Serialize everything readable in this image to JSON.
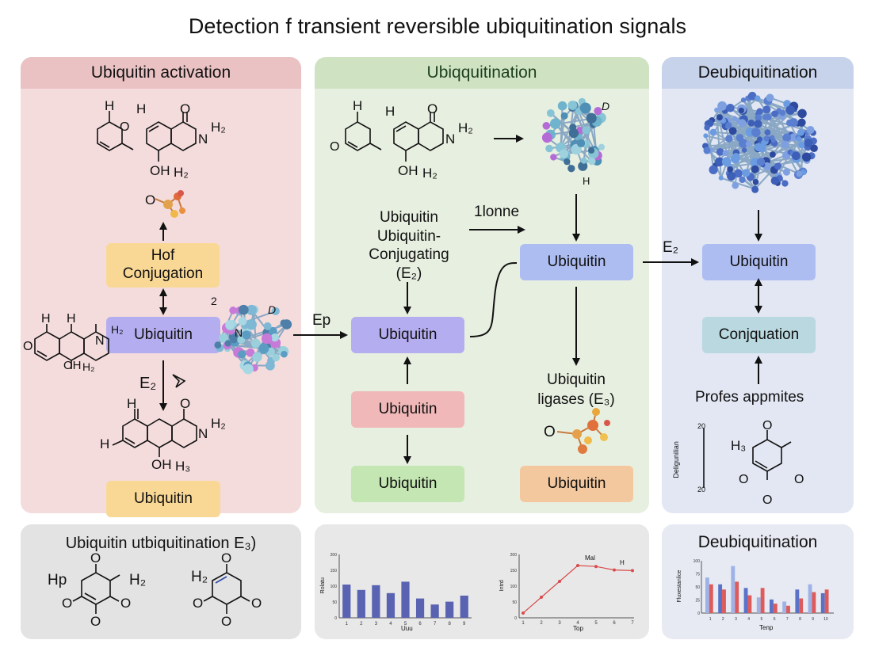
{
  "title": "Detection f transient reversible ubiquitination signals",
  "panels": {
    "activation": {
      "header": "Ubiquitin activation",
      "hof_box": "Hof\nConjugation",
      "ubiquitin_center": "Ubiquitin",
      "ubiquitin_bottom": "Ubiquitin",
      "e2_label": "E₂",
      "struct_top": {
        "h_a": "H",
        "h_b": "H",
        "o_a": "O",
        "o_b": "O",
        "n": "N",
        "h2": "H₂",
        "oh": "OH",
        "h2b": "H₂"
      },
      "struct_left": {
        "h_a": "H",
        "h_b": "H",
        "n": "N",
        "h2": "H₂",
        "oh": "OH",
        "h2b": "H₂",
        "o": "O"
      },
      "struct_bottom": {
        "h_a": "H",
        "h_b": "H",
        "n": "N",
        "h2": "H₂",
        "oh": "OH",
        "h3": "H₃",
        "o": "O"
      },
      "mol_labels": {
        "o": "O",
        "two": "2",
        "d": "D",
        "n": "N"
      }
    },
    "ubiquitination": {
      "header": "Ubiqquitination",
      "conj_label": "Ubiquitin\nUbiquitin-\nConjugating\n(E₂)",
      "ionne_label": "1lonne",
      "ep_label": "Ep",
      "ubiquitin_center": "Ubiquitin",
      "ubiquitin_pink": "Ubiquitin",
      "ubiquitin_green": "Ubiquitin",
      "ubiquitin_blue": "Ubiquitin",
      "ubiquitin_peach": "Ubiquitin",
      "ligase_label": "Ubiquitin\nligases (E₃)",
      "struct": {
        "h_a": "H",
        "h_b": "H",
        "o_a": "O",
        "o_b": "O",
        "n": "N",
        "h2": "H₂",
        "oh": "OH",
        "h2b": "H₂"
      },
      "mol_labels": {
        "d": "D",
        "h": "H",
        "o": "O"
      }
    },
    "deubiquitination": {
      "header": "Deubiquitination",
      "e2_label": "E₂",
      "ubiquitin": "Ubiquitin",
      "conjugation": "Conjquation",
      "profes": "Profes appmites",
      "struct": {
        "h3": "H₃",
        "y_top": "20",
        "y_bot": "20",
        "ylabel": "Deligunilian"
      }
    }
  },
  "bottom": {
    "left": {
      "header": "Ubiquitin utbiquitination E₃)",
      "hp": "Hp",
      "h2a": "H₂",
      "h2b": "H₂"
    },
    "middle": {
      "bar_ylabel": "Rolatu",
      "bar_xlabel": "Uuu",
      "line_ylabel": "Intrd",
      "line_xlabel": "Top",
      "line_ann_a": "Mal",
      "line_ann_b": "H"
    },
    "right": {
      "header": "Deubiquitination",
      "ylabel": "Fluxestanlice",
      "xlabel": "Tenp"
    }
  },
  "colors": {
    "arrow": "#111111",
    "bar_blue": "#5a63b2",
    "line_red": "#d94b4b",
    "bar_light": "#9fb2e6",
    "bar_red": "#dd5b5b"
  },
  "chart_data": [
    {
      "type": "bar",
      "categories": [
        "1",
        "2",
        "3",
        "4",
        "5",
        "6",
        "7",
        "8",
        "9"
      ],
      "values": [
        105,
        88,
        103,
        78,
        114,
        61,
        42,
        51,
        70
      ],
      "ylim": [
        0,
        200
      ],
      "yticks": [
        "200",
        "150",
        "100",
        "50",
        "0"
      ],
      "xlabel": "Uuu",
      "ylabel": "Rolatu",
      "grid": false
    },
    {
      "type": "line",
      "x": [
        "1",
        "2",
        "3",
        "4",
        "5",
        "6",
        "7"
      ],
      "y": [
        10,
        60,
        110,
        160,
        157,
        146,
        144
      ],
      "ylim": [
        0,
        200
      ],
      "yticks": [
        "200",
        "150",
        "100",
        "50",
        "0"
      ],
      "xlabel": "Top",
      "ylabel": "Intrd",
      "annotations": [
        "Mal",
        "H"
      ],
      "grid": false
    },
    {
      "type": "bar",
      "categories": [
        "1",
        "2",
        "3",
        "4",
        "5",
        "6",
        "7",
        "8",
        "9",
        "10"
      ],
      "series": [
        {
          "values": [
            68,
            55,
            90,
            48,
            30,
            26,
            22,
            45,
            55,
            38
          ]
        },
        {
          "values": [
            55,
            45,
            60,
            34,
            48,
            18,
            14,
            28,
            40,
            45
          ]
        }
      ],
      "ylim": [
        0,
        100
      ],
      "yticks": [
        "100",
        "75",
        "50",
        "25",
        "0"
      ],
      "xlabel": "Tenp",
      "ylabel": "Fluxestanlice",
      "grid": false
    }
  ]
}
